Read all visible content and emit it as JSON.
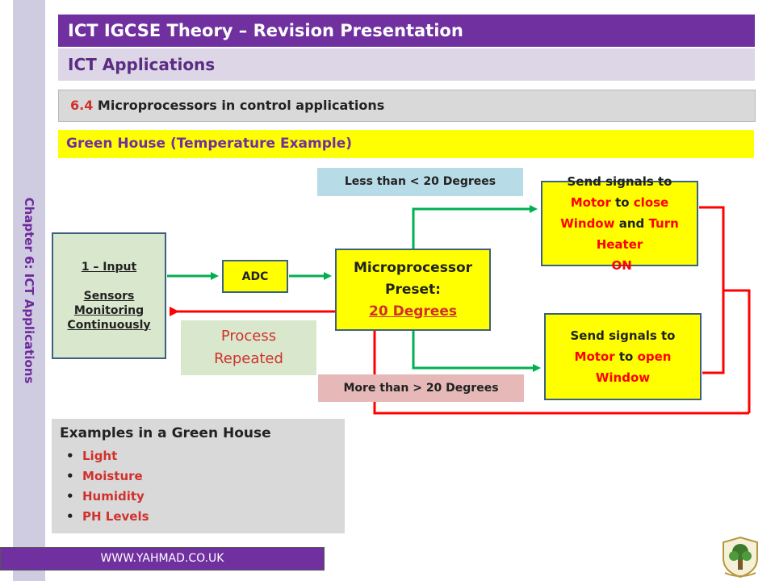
{
  "header": {
    "title": "ICT IGCSE Theory – Revision Presentation",
    "subtitle": "ICT Applications"
  },
  "sidebar": {
    "chapter": "Chapter 6: ICT Applications"
  },
  "section": {
    "number": "6.4",
    "title": "Microprocessors in control applications"
  },
  "topic": "Green House (Temperature Example)",
  "diagram": {
    "input": {
      "line1": "1 – Input",
      "line2": "Sensors",
      "line3": "Monitoring",
      "line4": "Continuously"
    },
    "adc": "ADC",
    "microprocessor": {
      "line1": "Microprocessor",
      "line2": "Preset:",
      "preset": "20 Degrees"
    },
    "less_label": "Less than < 20 Degrees",
    "more_label": "More than > 20 Degrees",
    "process": {
      "line1": "Process",
      "line2": "Repeated"
    },
    "close_action": {
      "p1": "Send signals to",
      "motor": "Motor",
      "p2": " to ",
      "close": "close",
      "window": "Window",
      "p3": " and ",
      "turn_heater": "Turn Heater",
      "on": " ON"
    },
    "open_action": {
      "p1": "Send signals to",
      "motor": "Motor",
      "p2": " to ",
      "open": "open",
      "window": "Window"
    },
    "colors": {
      "forward_arrow": "#00b050",
      "feedback_line": "#ff0000"
    }
  },
  "examples": {
    "title": "Examples in a Green House",
    "items": [
      "Light",
      "Moisture",
      "Humidity",
      "PH Levels"
    ]
  },
  "footer": {
    "url": "WWW.YAHMAD.CO.UK"
  }
}
